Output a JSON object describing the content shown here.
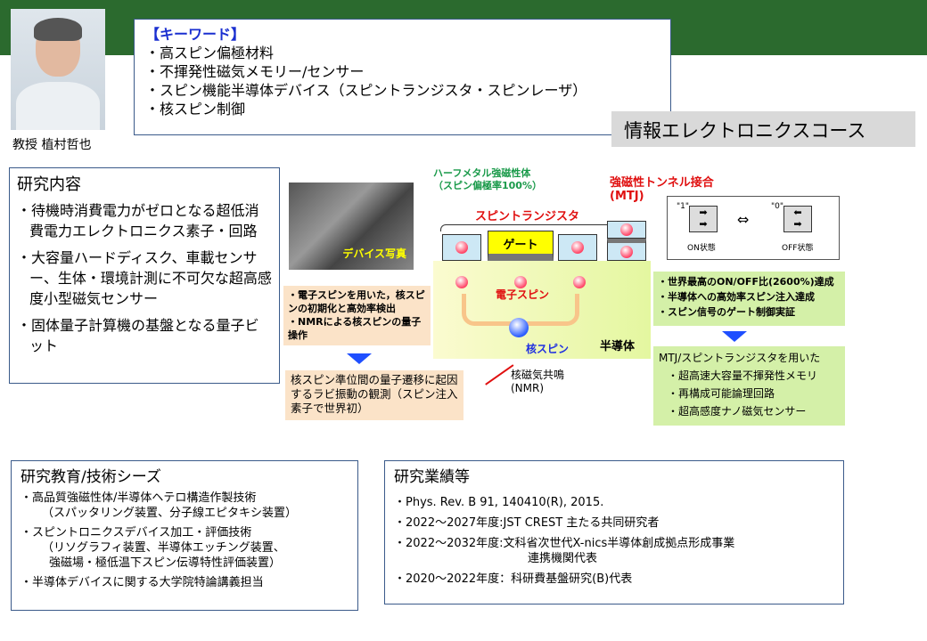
{
  "header": {
    "name": "教授 植村哲也",
    "course": "情報エレクトロニクスコース"
  },
  "keywords": {
    "title": "【キーワード】",
    "items": [
      "・高スピン偏極材料",
      "・不揮発性磁気メモリー/センサー",
      "・スピン機能半導体デバイス（スピントランジスタ・スピンレーザ）",
      "・核スピン制御"
    ]
  },
  "research": {
    "title": "研究内容",
    "items": [
      "・待機時消費電力がゼロとなる超低消費電力エレクトロニクス素子・回路",
      "・大容量ハードディスク、車載センサー、生体・環境計測に不可欠な超高感度小型磁気センサー",
      "・固体量子計算機の基盤となる量子ビット"
    ]
  },
  "diagram": {
    "photo_label": "デバイス写真",
    "halfmetal": "ハーフメタル強磁性体",
    "halfmetal_sub": "（スピン偏極率100%）",
    "transistor": "スピントランジスタ",
    "gate": "ゲート",
    "mtj": "強磁性トンネル接合",
    "mtj_sub": "(MTJ)",
    "electron_spin": "電子スピン",
    "nuclear_spin": "核スピン",
    "semiconductor": "半導体",
    "nmr": "核磁気共鳴",
    "nmr_sub": "(NMR)",
    "left_notes": [
      "・電子スピンを用いた，核スピンの初期化と高効率検出",
      "・NMRによる核スピンの量子操作"
    ],
    "left_result": "核スピン準位間の量子遷移に起因するラビ振動の観測（スピン注入素子で世界初）",
    "state1": "\"1\"",
    "state0": "\"0\"",
    "on": "ON状態",
    "off": "OFF状態",
    "right_notes": [
      "・世界最高のON/OFF比(2600%)達成",
      "・半導体への高効率スピン注入達成",
      "・スピン信号のゲート制御実証"
    ],
    "right_result_title": "MTJ/スピントランジスタを用いた",
    "right_result": [
      "・超高速大容量不揮発性メモリ",
      "・再構成可能論理回路",
      "・超高感度ナノ磁気センサー"
    ]
  },
  "seeds": {
    "title": "研究教育/技術シーズ",
    "items": [
      "・高品質強磁性体/半導体ヘテロ構造作製技術",
      "（スパッタリング装置、分子線エピタキシ装置）",
      "・スピントロニクスデバイス加工・評価技術",
      "（リソグラフィ装置、半導体エッチング装置、",
      "強磁場・極低温下スピン伝導特性評価装置）",
      "・半導体デバイスに関する大学院特論講義担当"
    ]
  },
  "achievements": {
    "title": "研究業績等",
    "items": [
      "・Phys. Rev. B  91, 140410(R), 2015.",
      "・2022～2027年度:JST CREST 主たる共同研究者",
      "・2022～2032年度:文科省次世代X-nics半導体創成拠点形成事業",
      "連携機関代表",
      "・2020～2022年度：科研費基盤研究(B)代表"
    ]
  }
}
